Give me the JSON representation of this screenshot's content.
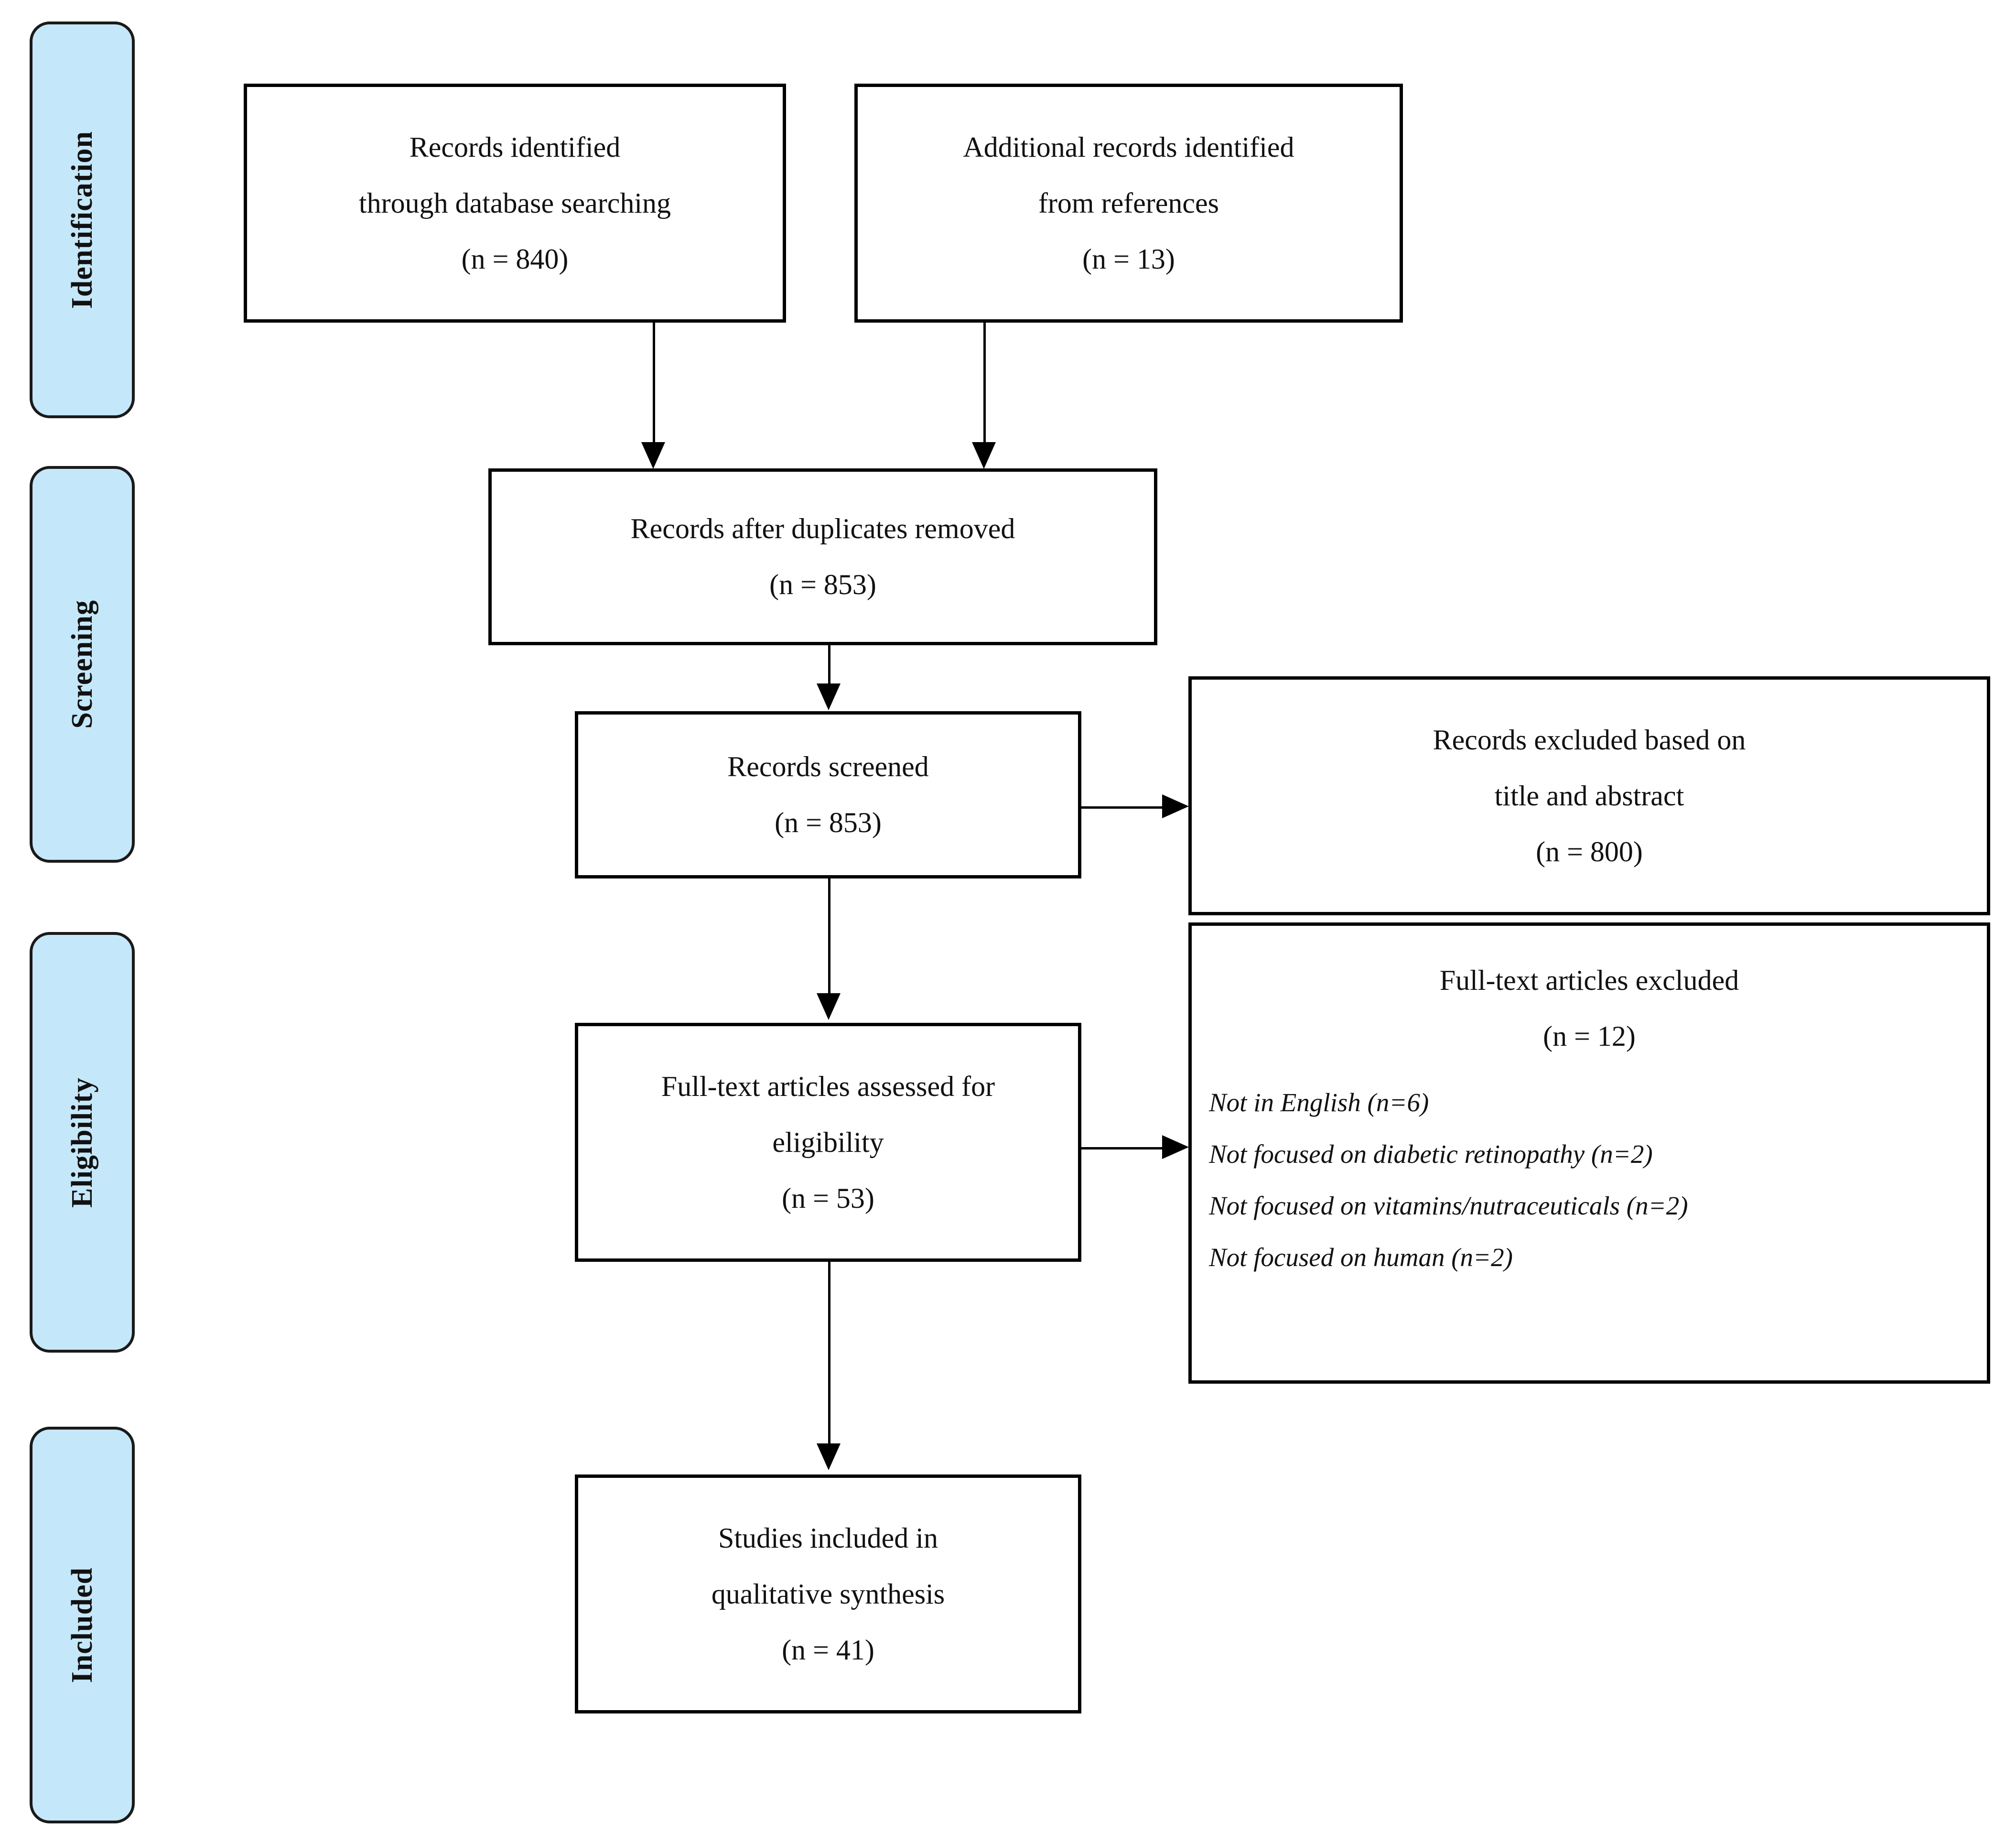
{
  "stages": [
    {
      "label": "Identification"
    },
    {
      "label": "Screening"
    },
    {
      "label": "Eligibility"
    },
    {
      "label": "Included"
    }
  ],
  "boxes": {
    "db_search": {
      "line1": "Records identified",
      "line2": "through database searching",
      "count": "(n = 840)"
    },
    "additional_records": {
      "line1": "Additional records identified",
      "line2": "from references",
      "count": "(n = 13)"
    },
    "after_duplicates": {
      "line1": "Records after duplicates removed",
      "count": "(n = 853)"
    },
    "records_screened": {
      "line1": "Records screened",
      "count": "(n = 853)"
    },
    "records_excluded": {
      "line1": "Records excluded based on",
      "line2": "title and abstract",
      "count": "(n = 800)"
    },
    "fulltext_assessed": {
      "line1": "Full-text articles assessed for",
      "line2": "eligibility",
      "count": "(n = 53)"
    },
    "fulltext_excluded": {
      "line1": "Full-text articles excluded",
      "count": "(n = 12)",
      "reasons": [
        "Not in English (n=6)",
        "Not focused on diabetic retinopathy (n=2)",
        "Not focused on vitamins/nutraceuticals (n=2)",
        "Not focused on human (n=2)"
      ]
    },
    "studies_included": {
      "line1": "Studies included in",
      "line2": "qualitative synthesis",
      "count": "(n = 41)"
    }
  },
  "colors": {
    "stage_fill": "#c5e7fa",
    "stage_border": "#1a1a1a",
    "box_border": "#000000",
    "text": "#111111",
    "background": "#ffffff"
  }
}
